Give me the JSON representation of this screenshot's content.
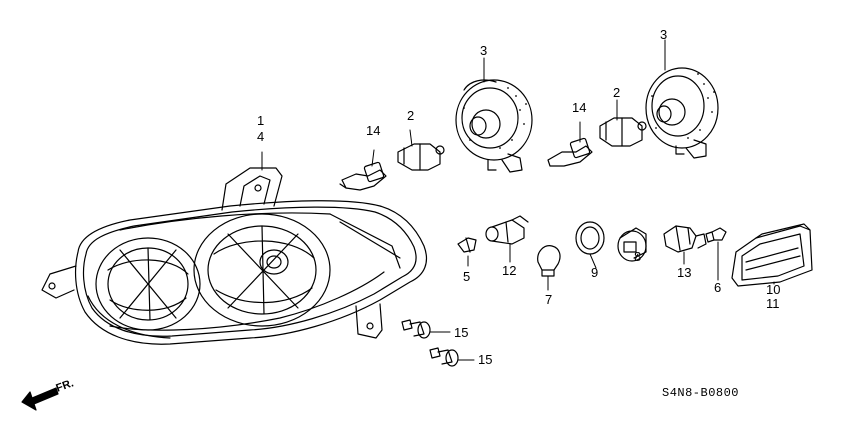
{
  "diagram": {
    "callouts": {
      "c1": "1",
      "c4": "4",
      "c2a": "2",
      "c2b": "2",
      "c3a": "3",
      "c3b": "3",
      "c14a": "14",
      "c14b": "14",
      "c5": "5",
      "c12": "12",
      "c7": "7",
      "c9": "9",
      "c8": "8",
      "c13": "13",
      "c6": "6",
      "c10": "10",
      "c11": "11",
      "c15a": "15",
      "c15b": "15"
    },
    "front_label": "FR.",
    "diagram_code": "S4N8-B0800"
  }
}
